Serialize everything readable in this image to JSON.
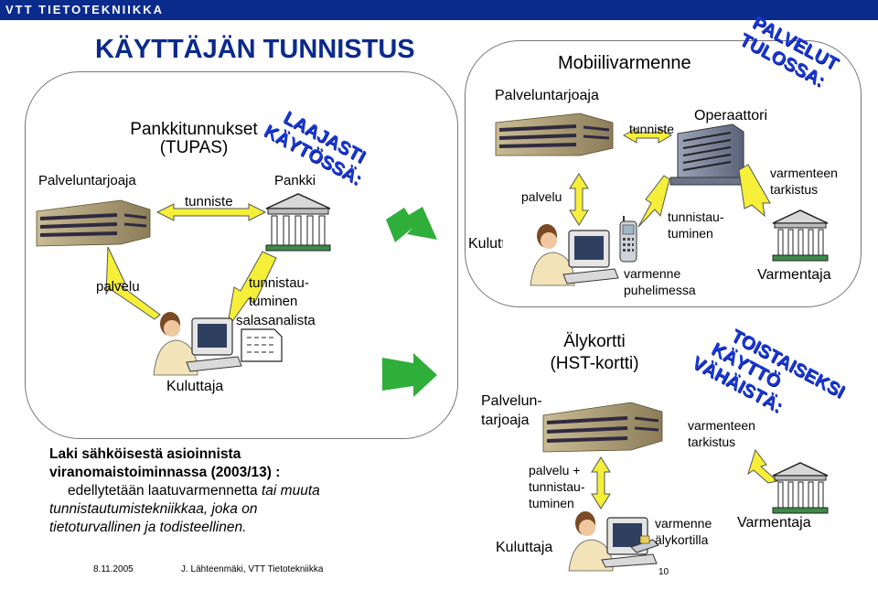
{
  "header": {
    "org": "VTT TIETOTEKNIIKKA"
  },
  "title": "KÄYTTÄJÄN TUNNISTUS",
  "tupas": {
    "title_line1": "Pankkitunnukset",
    "title_line2": "(TUPAS)",
    "service_provider": "Palveluntarjoaja",
    "bank": "Pankki",
    "identifier": "tunniste",
    "service": "palvelu",
    "authentication_line1": "tunnistau-",
    "authentication_line2": "tuminen",
    "password_list": "salasanalista",
    "user": "Kuluttaja",
    "stamp_line1": "LAAJASTI",
    "stamp_line2": "KÄYTÖSSÄ:"
  },
  "mobile": {
    "title": "Mobiilivarmenne",
    "service_provider": "Palveluntarjoaja",
    "operator": "Operaattori",
    "identifier": "tunniste",
    "service": "palvelu",
    "user": "Kuluttaja",
    "authentication_line1": "tunnistau-",
    "authentication_line2": "tuminen",
    "cert_check_line1": "varmenteen",
    "cert_check_line2": "tarkistus",
    "cert_phone_line1": "varmenne",
    "cert_phone_line2": "puhelimessa",
    "verifier": "Varmentaja",
    "stamp_line1": "PALVELUT",
    "stamp_line2": "TULOSSA:"
  },
  "smartcard": {
    "title_line1": "Älykortti",
    "title_line2": "(HST-kortti)",
    "service_provider_line1": "Palvelun-",
    "service_provider_line2": "tarjoaja",
    "service_auth_line1": "palvelu +",
    "service_auth_line2": "tunnistau-",
    "service_auth_line3": "tuminen",
    "cert_check_line1": "varmenteen",
    "cert_check_line2": "tarkistus",
    "cert_card_line1": "varmenne",
    "cert_card_line2": "älykortilla",
    "verifier": "Varmentaja",
    "user": "Kuluttaja",
    "stamp_line1": "TOISTAISEKSI",
    "stamp_line2": "KÄYTTÖ",
    "stamp_line3": "VÄHÄISTÄ:"
  },
  "law": {
    "line1": "Laki sähköisestä asioinnista",
    "line2": "viranomaistoiminnassa (2003/13) :",
    "line3_plain": "edellytetään laatuvarmennetta ",
    "line3_italic": "tai muuta",
    "line4": "tunnistautumistekniikkaa, joka on",
    "line5": "tietoturvallinen ja todisteellinen."
  },
  "footer": {
    "date": "8.11.2005",
    "author": "J. Lähteenmäki,  VTT Tietotekniikka",
    "page": "10"
  },
  "colors": {
    "header_bg": "#0a2a8c",
    "title": "#0a2a8c",
    "stamp": "#1838d8",
    "arrow_green": "#2fae3a",
    "arrow_yellow": "#f5ef3a"
  }
}
